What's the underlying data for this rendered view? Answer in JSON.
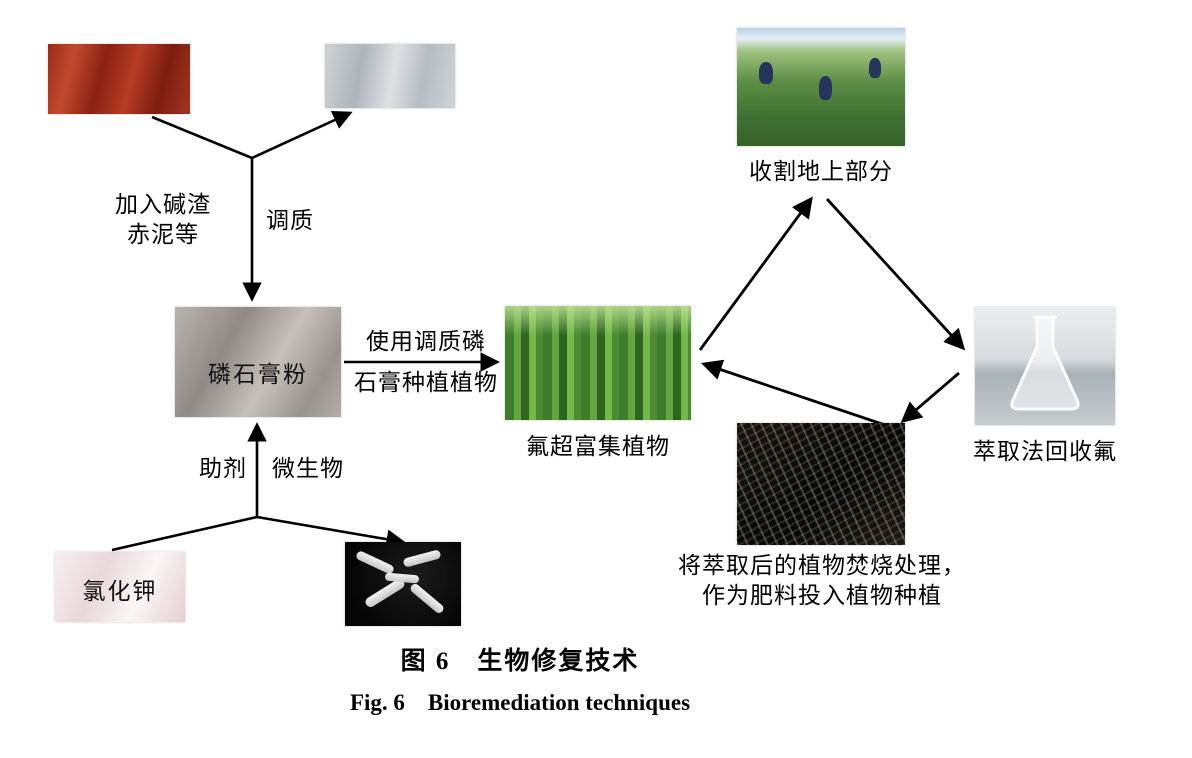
{
  "left_flow": {
    "additive_line1": "加入碱渣",
    "additive_line2": "赤泥等",
    "conditioning": "调质",
    "phosphogypsum": "磷石膏粉",
    "planting_line1": "使用调质磷",
    "planting_line2": "石膏种植植物",
    "auxiliary": "助剂",
    "microbe": "微生物",
    "kcl": "氯化钾"
  },
  "right_cycle": {
    "plant": "氟超富集植物",
    "harvest": "收割地上部分",
    "extraction": "萃取法回收氟",
    "burn_line1": "将萃取后的植物焚烧处理，",
    "burn_line2": "作为肥料投入植物种植"
  },
  "caption": {
    "zh": "图 6　生物修复技术",
    "en": "Fig. 6　Bioremediation techniques"
  }
}
